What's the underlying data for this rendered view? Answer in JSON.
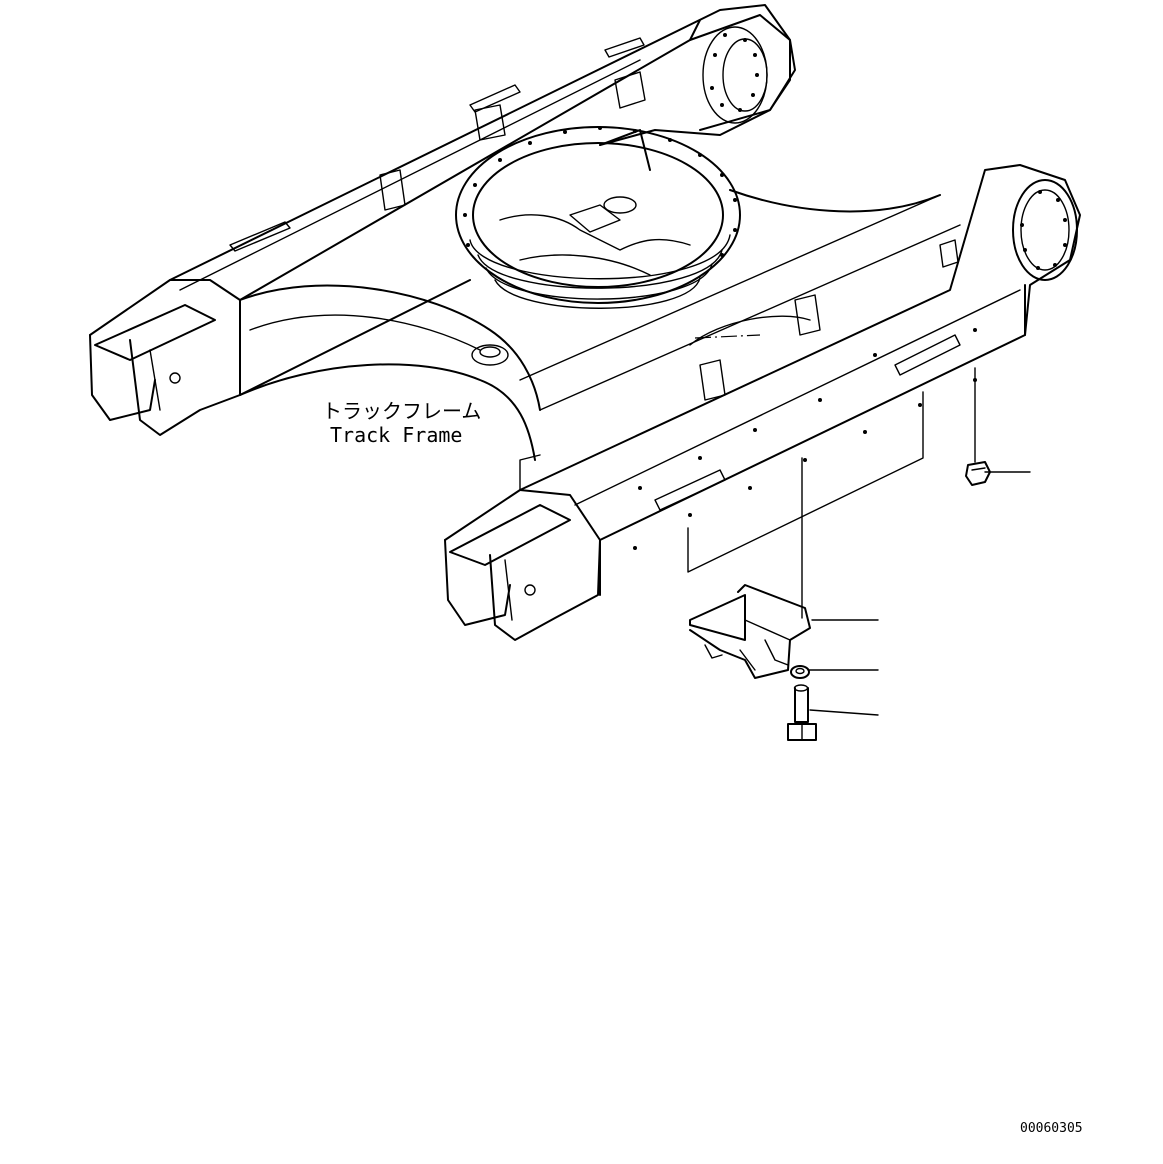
{
  "labels": {
    "frame_jp": "トラックフレーム",
    "frame_en": "Track Frame",
    "drawing_code": "00060305"
  }
}
